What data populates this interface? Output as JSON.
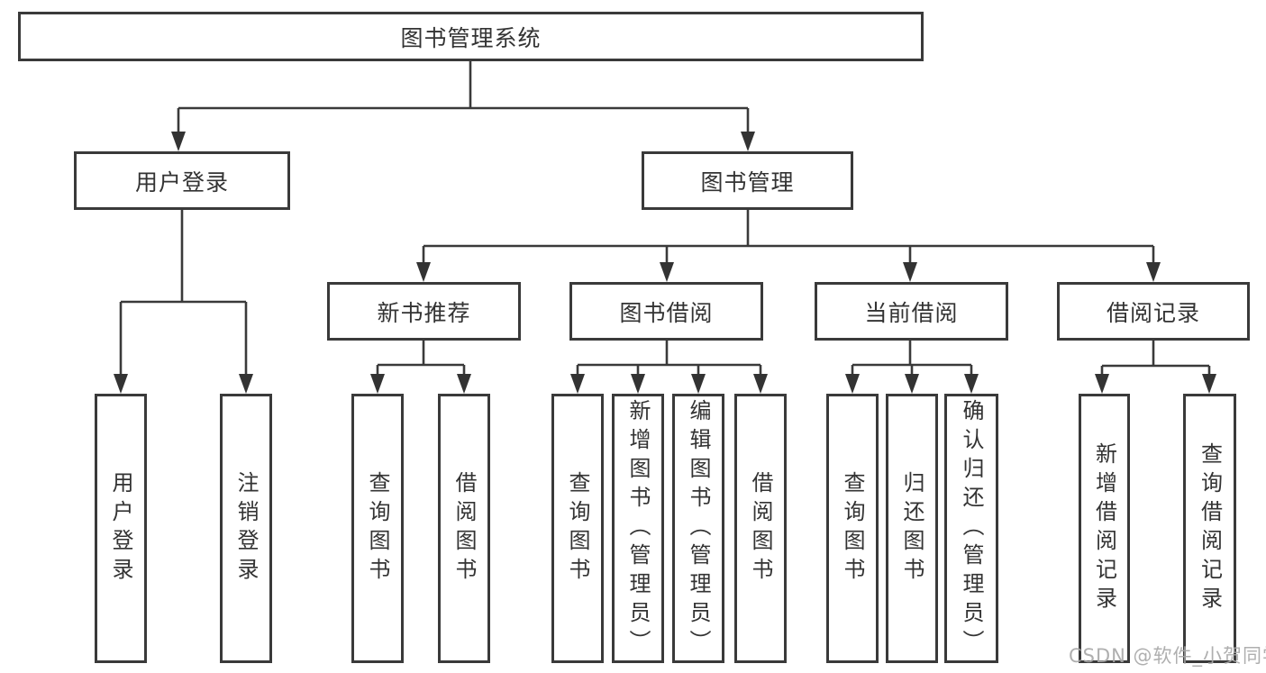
{
  "diagram": {
    "title": "图书管理系统",
    "tree": {
      "root": {
        "label": "图书管理系统"
      },
      "level2": [
        {
          "id": "user-login",
          "label": "用户登录"
        },
        {
          "id": "book-management",
          "label": "图书管理"
        }
      ],
      "level3": [
        {
          "id": "new-book-recommend",
          "label": "新书推荐",
          "parent": "book-management"
        },
        {
          "id": "book-borrowing",
          "label": "图书借阅",
          "parent": "book-management"
        },
        {
          "id": "current-borrowing",
          "label": "当前借阅",
          "parent": "book-management"
        },
        {
          "id": "borrowing-records",
          "label": "借阅记录",
          "parent": "book-management"
        }
      ],
      "leaves": [
        {
          "label": "用户登录",
          "parent": "user-login"
        },
        {
          "label": "注销登录",
          "parent": "user-login"
        },
        {
          "label": "查询图书",
          "parent": "new-book-recommend"
        },
        {
          "label": "借阅图书",
          "parent": "new-book-recommend"
        },
        {
          "label": "查询图书",
          "parent": "book-borrowing"
        },
        {
          "label": "新增图书（管理员）",
          "parent": "book-borrowing"
        },
        {
          "label": "编辑图书（管理员）",
          "parent": "book-borrowing"
        },
        {
          "label": "借阅图书",
          "parent": "book-borrowing"
        },
        {
          "label": "查询图书",
          "parent": "current-borrowing"
        },
        {
          "label": "归还图书",
          "parent": "current-borrowing"
        },
        {
          "label": "确认归还（管理员）",
          "parent": "current-borrowing"
        },
        {
          "label": "新增借阅记录",
          "parent": "borrowing-records"
        },
        {
          "label": "查询借阅记录",
          "parent": "borrowing-records"
        }
      ]
    },
    "colors": {
      "line": "#3a3a3a",
      "text": "#333333",
      "background": "#ffffff",
      "watermark": "#a8a8a8"
    }
  },
  "watermark": {
    "text": "CSDN @软件_小贺同学"
  }
}
